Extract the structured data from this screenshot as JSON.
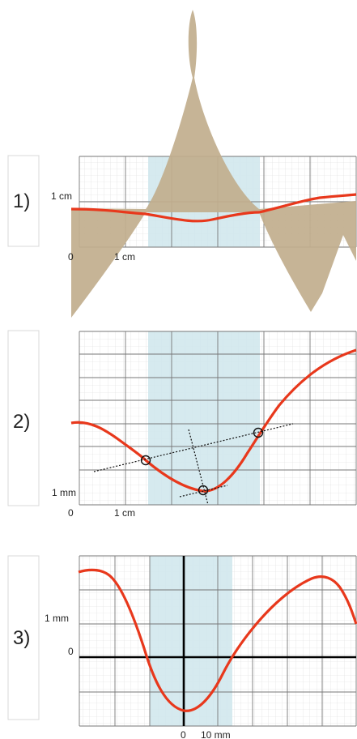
{
  "panels": [
    {
      "number": "1)",
      "scale_label": "1 cm",
      "origin_label": "0",
      "x_scale_label": "1 cm"
    },
    {
      "number": "2)",
      "scale_label": "1 mm",
      "origin_label": "0",
      "x_scale_label": "1 cm"
    },
    {
      "number": "3)",
      "scale_label": "1 mm",
      "origin_label": "0",
      "x_origin_label": "0",
      "x_scale_label": "10 mm"
    }
  ],
  "colors": {
    "curve": "#e8381c",
    "shadow": "#c2ae8e",
    "highlight": "#cfe6ec",
    "grid_major": "#666666",
    "grid_minor": "#d6d6d6",
    "axes": "#000000"
  }
}
